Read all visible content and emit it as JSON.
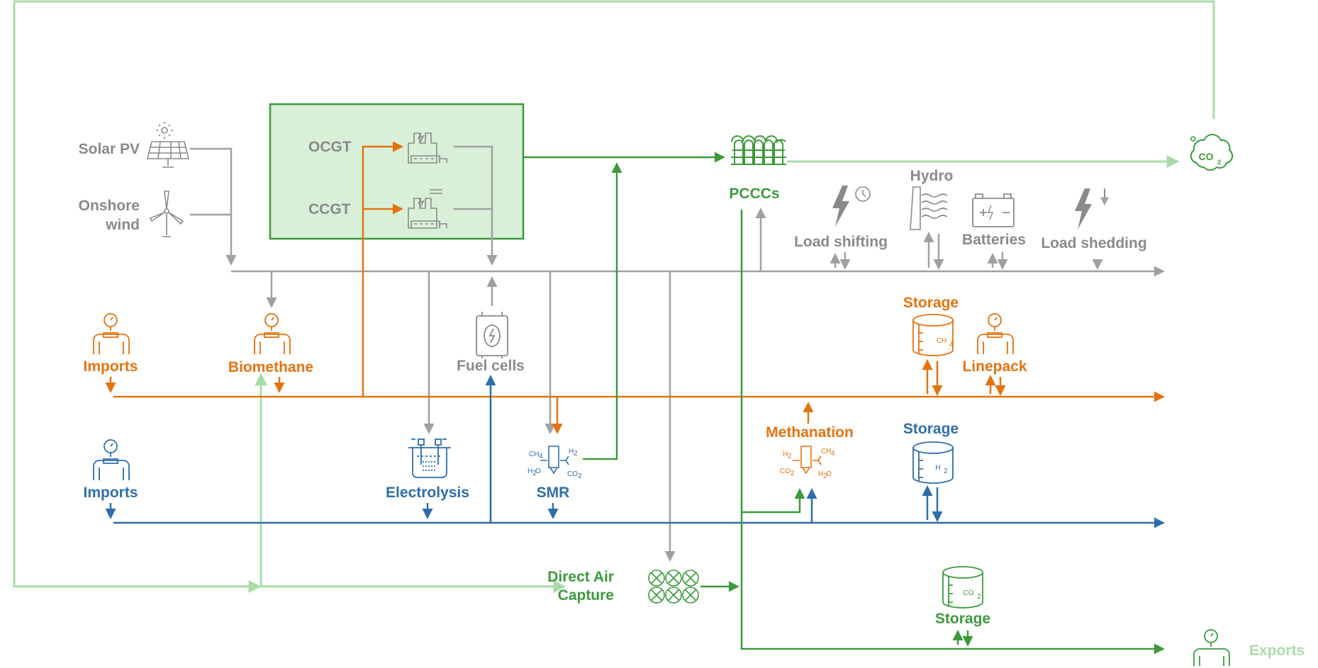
{
  "colors": {
    "electricity": "#a0a0a0",
    "methane": "#e4730f",
    "hydrogen": "#2e6eaa",
    "co2": "#3c9a3c",
    "co2_light": "#a9dca9",
    "box_fill": "#d8f0d8",
    "box_stroke": "#3c9a3c"
  },
  "electricity": {
    "solar_pv": "Solar PV",
    "onshore_wind_line1": "Onshore",
    "onshore_wind_line2": "wind",
    "ocgt": "OCGT",
    "ccgt": "CCGT",
    "fuel_cells": "Fuel cells",
    "load_shifting": "Load shifting",
    "hydro": "Hydro",
    "batteries": "Batteries",
    "load_shedding": "Load shedding"
  },
  "methane": {
    "imports": "Imports",
    "biomethane": "Biomethane",
    "storage": "Storage",
    "storage_tank_label": "CH",
    "storage_tank_sub": "4",
    "linepack": "Linepack",
    "methanation": "Methanation"
  },
  "hydrogen": {
    "imports": "Imports",
    "electrolysis": "Electrolysis",
    "smr": "SMR",
    "storage": "Storage",
    "storage_tank_label": "H",
    "storage_tank_sub": "2"
  },
  "co2": {
    "pcccs": "PCCCs",
    "dac_line1": "Direct Air",
    "dac_line2": "Capture",
    "storage": "Storage",
    "storage_tank_label": "CO",
    "storage_tank_sub": "2",
    "exports": "Exports",
    "cloud_label": "CO",
    "cloud_sub": "2"
  },
  "chemistry": {
    "ch4": "CH",
    "ch4_sub": "4",
    "h2": "H",
    "h2_sub": "2",
    "h2o": "H",
    "h2o_sub": "2",
    "h2o_o": "O",
    "co2": "CO",
    "co2_sub": "2"
  }
}
